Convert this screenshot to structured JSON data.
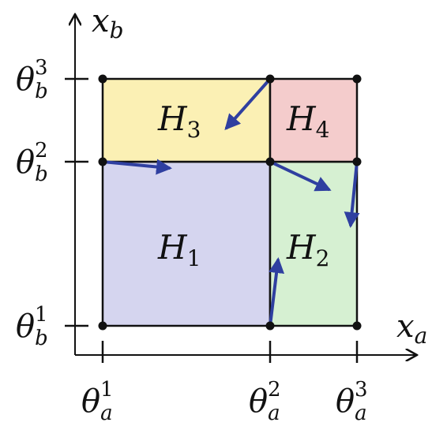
{
  "axes": {
    "x_label": "x",
    "x_label_sub": "a",
    "y_label": "x",
    "y_label_sub": "b"
  },
  "ticks": {
    "x": [
      {
        "base": "θ",
        "sub": "a",
        "sup": "1"
      },
      {
        "base": "θ",
        "sub": "a",
        "sup": "2"
      },
      {
        "base": "θ",
        "sub": "a",
        "sup": "3"
      }
    ],
    "y": [
      {
        "base": "θ",
        "sub": "b",
        "sup": "1"
      },
      {
        "base": "θ",
        "sub": "b",
        "sup": "2"
      },
      {
        "base": "θ",
        "sub": "b",
        "sup": "3"
      }
    ]
  },
  "regions": [
    {
      "name": "H",
      "sub": "1",
      "color": "#d5d5ef"
    },
    {
      "name": "H",
      "sub": "2",
      "color": "#d6f0d2"
    },
    {
      "name": "H",
      "sub": "3",
      "color": "#fbf0b4"
    },
    {
      "name": "H",
      "sub": "4",
      "color": "#f4cccc"
    }
  ],
  "colors": {
    "arrow": "#2f3fa0",
    "line": "#111111"
  }
}
